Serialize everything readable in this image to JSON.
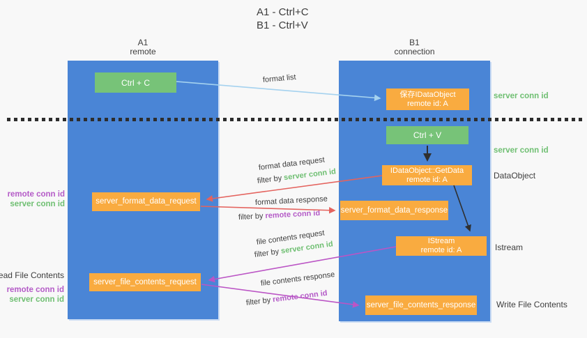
{
  "title": {
    "line1": "A1 - Ctrl+C",
    "line2": "B1 - Ctrl+V"
  },
  "columns": {
    "a1": {
      "name": "A1",
      "subtitle": "remote"
    },
    "b1": {
      "name": "B1",
      "subtitle": "connection"
    }
  },
  "boxes": {
    "ctrl_c": "Ctrl + C",
    "ctrl_v": "Ctrl + V",
    "save_idataobject": {
      "line1": "保存IDataObject",
      "line2": "remote id: A"
    },
    "getdata": {
      "line1": "IDataObject::GetData",
      "line2": "remote id: A"
    },
    "istream": {
      "line1": "IStream",
      "line2": "remote id: A"
    },
    "format_request": "server_format_data_request",
    "format_response": "server_format_data_response",
    "file_request": "server_file_contents_request",
    "file_response": "server_file_contents_response"
  },
  "flow_labels": {
    "format_list": "format list",
    "format_data_request": "format data request",
    "format_data_response": "format data response",
    "file_contents_request": "file contents request",
    "file_contents_response": "file contents response",
    "filter_by": "filter by",
    "server_conn_id": "server conn id",
    "remote_conn_id": "remote conn id"
  },
  "side_labels": {
    "right": {
      "server_conn_id_top": "server conn id",
      "server_conn_id_mid": "server conn id",
      "dataobject": "DataObject",
      "istream": "Istream",
      "write_file_contents": "Write File Contents"
    },
    "left": {
      "remote_conn_id_format": "remote conn id",
      "server_conn_id_format": "server conn id",
      "read_file_contents": "Read File Contents",
      "remote_conn_id_file": "remote conn id",
      "server_conn_id_file": "server conn id"
    }
  },
  "colors": {
    "column_blue": "#4a85d6",
    "box_orange": "#f9ab40",
    "box_green": "#77c378",
    "arrow_salmon": "#e4635e",
    "arrow_magenta": "#bb55c5",
    "arrow_lightblue": "#a5d2ef",
    "arrow_black": "#2f2f2f",
    "label_green": "#6fbf72",
    "label_purple": "#b45bc7",
    "text_dark": "#3d3d3d"
  }
}
